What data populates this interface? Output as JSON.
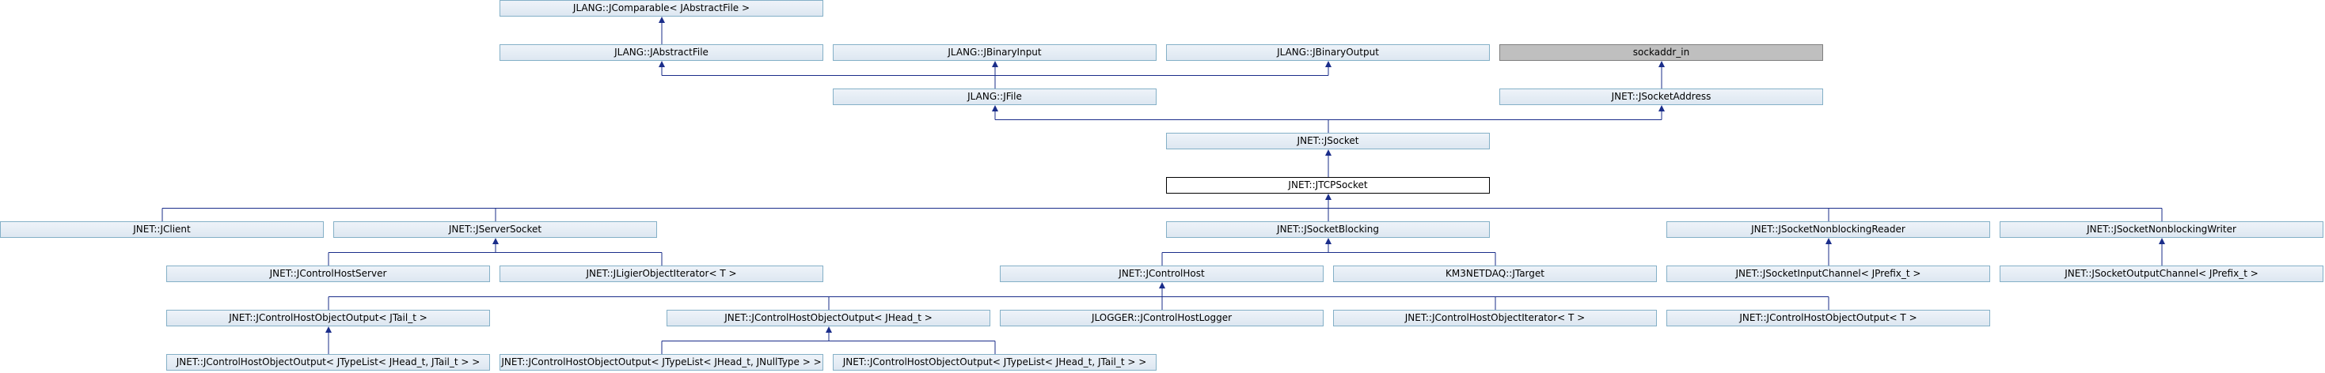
{
  "diagram": {
    "nodes": [
      {
        "id": "jcomparable",
        "label": "JLANG::JComparable< JAbstractFile >"
      },
      {
        "id": "jabstractfile",
        "label": "JLANG::JAbstractFile"
      },
      {
        "id": "jbinaryinput",
        "label": "JLANG::JBinaryInput"
      },
      {
        "id": "jbinaryoutput",
        "label": "JLANG::JBinaryOutput"
      },
      {
        "id": "sockaddr_in",
        "label": "sockaddr_in",
        "kind": "external"
      },
      {
        "id": "jfile",
        "label": "JLANG::JFile"
      },
      {
        "id": "jsocketaddress",
        "label": "JNET::JSocketAddress"
      },
      {
        "id": "jsocket",
        "label": "JNET::JSocket"
      },
      {
        "id": "jtcpsocket",
        "label": "JNET::JTCPSocket",
        "kind": "current"
      },
      {
        "id": "jclient",
        "label": "JNET::JClient"
      },
      {
        "id": "jserversocket",
        "label": "JNET::JServerSocket"
      },
      {
        "id": "jsocketblocking",
        "label": "JNET::JSocketBlocking"
      },
      {
        "id": "jsocketnonblockingreader",
        "label": "JNET::JSocketNonblockingReader"
      },
      {
        "id": "jsocketnonblockingwriter",
        "label": "JNET::JSocketNonblockingWriter"
      },
      {
        "id": "jcontrolhostserver",
        "label": "JNET::JControlHostServer"
      },
      {
        "id": "jligierobjectiterator",
        "label": "JNET::JLigierObjectIterator< T >"
      },
      {
        "id": "jcontrolhost",
        "label": "JNET::JControlHost"
      },
      {
        "id": "jtarget",
        "label": "KM3NETDAQ::JTarget"
      },
      {
        "id": "jsocketinputchannel",
        "label": "JNET::JSocketInputChannel< JPrefix_t >"
      },
      {
        "id": "jsocketoutputchannel",
        "label": "JNET::JSocketOutputChannel< JPrefix_t >"
      },
      {
        "id": "jchoo_tail",
        "label": "JNET::JControlHostObjectOutput< JTail_t >"
      },
      {
        "id": "jchoo_head",
        "label": "JNET::JControlHostObjectOutput< JHead_t >"
      },
      {
        "id": "jcontrolhostlogger",
        "label": "JLOGGER::JControlHostLogger"
      },
      {
        "id": "jchoi",
        "label": "JNET::JControlHostObjectIterator< T >"
      },
      {
        "id": "jchoo_t",
        "label": "JNET::JControlHostObjectOutput< T >"
      },
      {
        "id": "jchoo_tl_tail",
        "label": "JNET::JControlHostObjectOutput< JTypeList< JHead_t, JTail_t > >"
      },
      {
        "id": "jchoo_tl_null",
        "label": "JNET::JControlHostObjectOutput< JTypeList< JHead_t, JNullType > >"
      },
      {
        "id": "jchoo_tl_head",
        "label": "JNET::JControlHostObjectOutput< JTypeList< JHead_t, JTail_t > >"
      }
    ],
    "edges": [
      {
        "from": "jabstractfile",
        "to": "jcomparable"
      },
      {
        "from": "jfile",
        "to": "jabstractfile"
      },
      {
        "from": "jfile",
        "to": "jbinaryinput"
      },
      {
        "from": "jfile",
        "to": "jbinaryoutput"
      },
      {
        "from": "jsocketaddress",
        "to": "sockaddr_in"
      },
      {
        "from": "jsocket",
        "to": "jfile"
      },
      {
        "from": "jsocket",
        "to": "jsocketaddress"
      },
      {
        "from": "jtcpsocket",
        "to": "jsocket"
      },
      {
        "from": "jclient",
        "to": "jtcpsocket"
      },
      {
        "from": "jserversocket",
        "to": "jtcpsocket"
      },
      {
        "from": "jsocketblocking",
        "to": "jtcpsocket"
      },
      {
        "from": "jsocketnonblockingreader",
        "to": "jtcpsocket"
      },
      {
        "from": "jsocketnonblockingwriter",
        "to": "jtcpsocket"
      },
      {
        "from": "jcontrolhostserver",
        "to": "jserversocket"
      },
      {
        "from": "jligierobjectiterator",
        "to": "jserversocket"
      },
      {
        "from": "jcontrolhost",
        "to": "jsocketblocking"
      },
      {
        "from": "jtarget",
        "to": "jsocketblocking"
      },
      {
        "from": "jsocketinputchannel",
        "to": "jsocketnonblockingreader"
      },
      {
        "from": "jsocketoutputchannel",
        "to": "jsocketnonblockingwriter"
      },
      {
        "from": "jchoo_tail",
        "to": "jcontrolhost"
      },
      {
        "from": "jchoo_head",
        "to": "jcontrolhost"
      },
      {
        "from": "jcontrolhostlogger",
        "to": "jcontrolhost"
      },
      {
        "from": "jchoi",
        "to": "jcontrolhost"
      },
      {
        "from": "jchoo_t",
        "to": "jcontrolhost"
      },
      {
        "from": "jchoo_tl_tail",
        "to": "jchoo_tail"
      },
      {
        "from": "jchoo_tl_null",
        "to": "jchoo_head"
      },
      {
        "from": "jchoo_tl_head",
        "to": "jchoo_head"
      }
    ],
    "colors": {
      "node_fill": "#e8eef6",
      "node_border": "#84b0c7",
      "external_fill": "#bfbfbf",
      "current_border": "#000000",
      "edge": "#1a2d8a"
    }
  }
}
